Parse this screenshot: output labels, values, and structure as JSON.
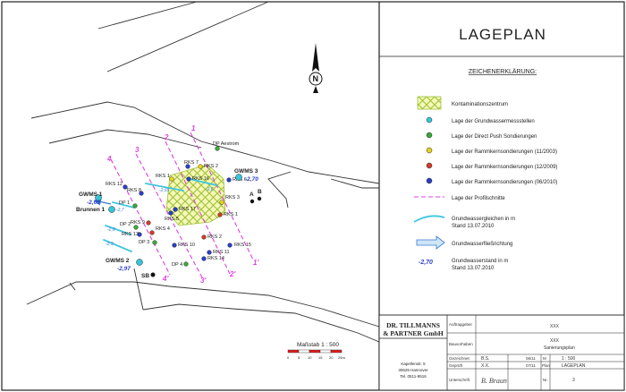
{
  "panel": {
    "title": "LAGEPLAN",
    "north_letter": "N",
    "legend_heading": "ZEICHENERKLÄRUNG:",
    "legend": [
      {
        "label": "Kontaminationszentrum",
        "type": "hatch"
      },
      {
        "label": "Lage der Grundwassermessstellen",
        "type": "dot",
        "color": "#34c6d8"
      },
      {
        "label": "Lage der Direct Push Sondierungen",
        "type": "dot",
        "color": "#3aa83a"
      },
      {
        "label": "Lage der Rammkernsondierungen (11/2003)",
        "type": "dot",
        "color": "#e6d21e"
      },
      {
        "label": "Lage der Rammkernsondierungen (12/2009)",
        "type": "dot",
        "color": "#d23a2a"
      },
      {
        "label": "Lage der Rammkernsondierungen (06/2010)",
        "type": "dot",
        "color": "#2a3ec8"
      },
      {
        "label": "Lage der Profilschnitte",
        "type": "dash"
      },
      {
        "label": "Grundwassergleichen in m",
        "label2": "Stand 13.07.2010",
        "type": "contour"
      },
      {
        "label": "Grundwasserfließrichtung",
        "type": "arrow"
      },
      {
        "label": "Grundwasserstand in m",
        "label2": "Stand 13.07.2010",
        "type": "level",
        "value": "-2,70"
      }
    ]
  },
  "plan": {
    "points": [
      {
        "name": "RKS 7",
        "color": "#2a3ec8"
      },
      {
        "name": "RKS 2",
        "color": "#e6d21e"
      },
      {
        "name": "RKS 1",
        "color": "#e6d21e"
      },
      {
        "name": "RKS 16",
        "color": "#2a3ec8"
      },
      {
        "name": "RKS 6",
        "color": "#2a3ec8"
      },
      {
        "name": "RKS 12",
        "color": "#2a3ec8"
      },
      {
        "name": "RKS 8",
        "color": "#2a3ec8"
      },
      {
        "name": "RKS 17",
        "color": "#2a3ec8"
      },
      {
        "name": "RKS 3",
        "color": "#e6d21e"
      },
      {
        "name": "RKS 1",
        "color": "#d23a2a"
      },
      {
        "name": "RKS 5",
        "color": "#2a3ec8"
      },
      {
        "name": "RKS 4",
        "color": "#d23a2a"
      },
      {
        "name": "RKS 9",
        "color": "#d23a2a"
      },
      {
        "name": "RKS 13",
        "color": "#2a3ec8"
      },
      {
        "name": "RKS 2",
        "color": "#d23a2a"
      },
      {
        "name": "RKS 11",
        "color": "#2a3ec8"
      },
      {
        "name": "RKS 10",
        "color": "#2a3ec8"
      },
      {
        "name": "RKS 15",
        "color": "#2a3ec8"
      },
      {
        "name": "RKS 14",
        "color": "#2a3ec8"
      },
      {
        "name": "DP 1",
        "color": "#3aa83a"
      },
      {
        "name": "DP 2",
        "color": "#3aa83a"
      },
      {
        "name": "DP 3",
        "color": "#3aa83a"
      },
      {
        "name": "DP 4",
        "color": "#3aa83a"
      },
      {
        "name": "DP Aestrom",
        "color": "#3aa83a"
      }
    ],
    "wells": [
      {
        "name": "GWMS 1",
        "level": "-2,65"
      },
      {
        "name": "GWMS 2",
        "level": "-2,97"
      },
      {
        "name": "GWMS 3",
        "level": "-2,70"
      }
    ],
    "brunnen": "Brunnen 1",
    "sb": "SB",
    "markers": [
      "A",
      "B"
    ],
    "section_labels": [
      "1",
      "2",
      "3",
      "4",
      "1'",
      "2'",
      "3'",
      "4'"
    ],
    "contour_labels": [
      "-2,6",
      "-2,65",
      "-2,7",
      "-2,8",
      "-2,9"
    ],
    "scale": {
      "label": "Maßstab 1 : 500",
      "ticks": [
        "0",
        "5",
        "10",
        "15",
        "20",
        "25m"
      ]
    }
  },
  "title_block": {
    "company_line1": "DR. TILLMANNS",
    "company_line2": "& PARTNER GmbH",
    "address": [
      "Kapellenstr. 5",
      "30625 Hannover",
      "Tel. 0511-9516"
    ],
    "rows": [
      {
        "key": "Auftraggeber",
        "value": "XXX"
      },
      {
        "key": "Bauvorhaben",
        "value": "XXX",
        "value2": "Sanierungsplan"
      },
      {
        "key": "Gezeichnet",
        "who": "B.S.",
        "date": "06/11",
        "k2": "M",
        "v2": "1 : 500"
      },
      {
        "key": "Geprüft",
        "who": "X.X.",
        "date": "07/11",
        "k2": "Plan",
        "v2": "LAGEPLAN"
      },
      {
        "key": "Unterschrift",
        "who": "B. Braun",
        "k2": "Nr.",
        "v2": "3"
      }
    ]
  }
}
